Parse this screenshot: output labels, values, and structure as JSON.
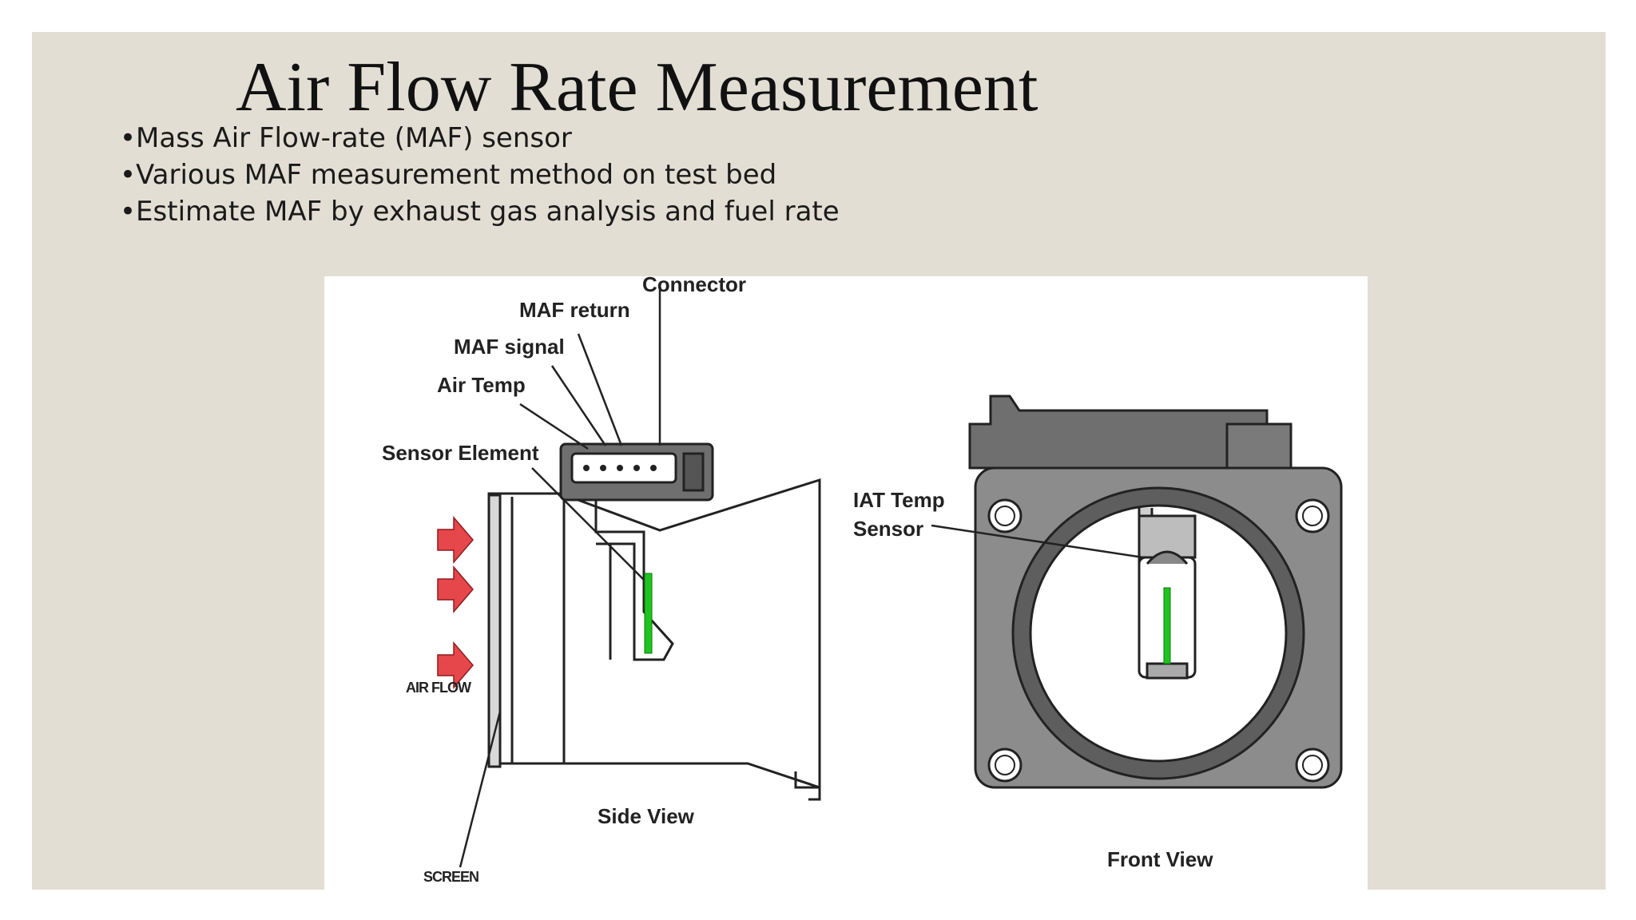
{
  "slide": {
    "title": "Air Flow Rate Measurement",
    "bullets": [
      "•Mass Air Flow-rate (MAF) sensor",
      "•Various MAF measurement method on test bed",
      "•Estimate MAF by exhaust gas analysis and fuel rate"
    ]
  },
  "diagram": {
    "side": {
      "connector": "Connector",
      "maf_return": "MAF return",
      "maf_signal": "MAF signal",
      "air_temp": "Air Temp",
      "sensor_element": "Sensor Element",
      "air_flow": "AIR FLOW",
      "screen": "SCREEN",
      "view_label": "Side View"
    },
    "front": {
      "iat_line1": "IAT Temp",
      "iat_line2": "Sensor",
      "view_label": "Front View"
    }
  },
  "colors": {
    "slide_bg": "#e3ded3",
    "arrow_red": "#e6474a",
    "element_green": "#1fc41f",
    "housing_gray": "#8c8c8c"
  }
}
